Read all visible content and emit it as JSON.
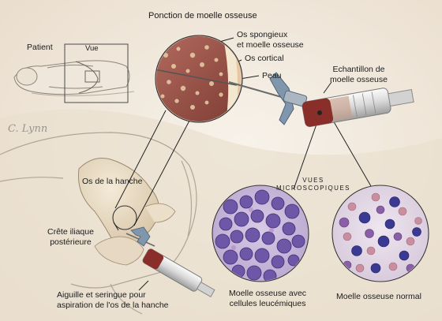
{
  "diagram": {
    "title": "Ponction de moelle osseuse",
    "labels": {
      "patient": "Patient",
      "vue": "Vue",
      "os_spongieux": [
        "Os spongieux",
        "et moelle osseuse"
      ],
      "os_cortical": "Os cortical",
      "peau": "Peau",
      "echantillon": [
        "Echantillon de",
        "moelle osseuse"
      ],
      "signature": "C. Lynn",
      "os_hanche": "Os de la hanche",
      "vues_microscopiques": [
        "VUES",
        "MICROSCOPIQUES"
      ],
      "crete_iliaque": [
        "Crête iliaque",
        "postérieure"
      ],
      "aiguille": [
        "Aiguille et seringue pour",
        "aspiration de l'os de la hanche"
      ],
      "moelle_leucemique": [
        "Moelle osseuse avec",
        "cellules leucémiques"
      ],
      "moelle_normale": "Moelle osseuse normal"
    }
  }
}
